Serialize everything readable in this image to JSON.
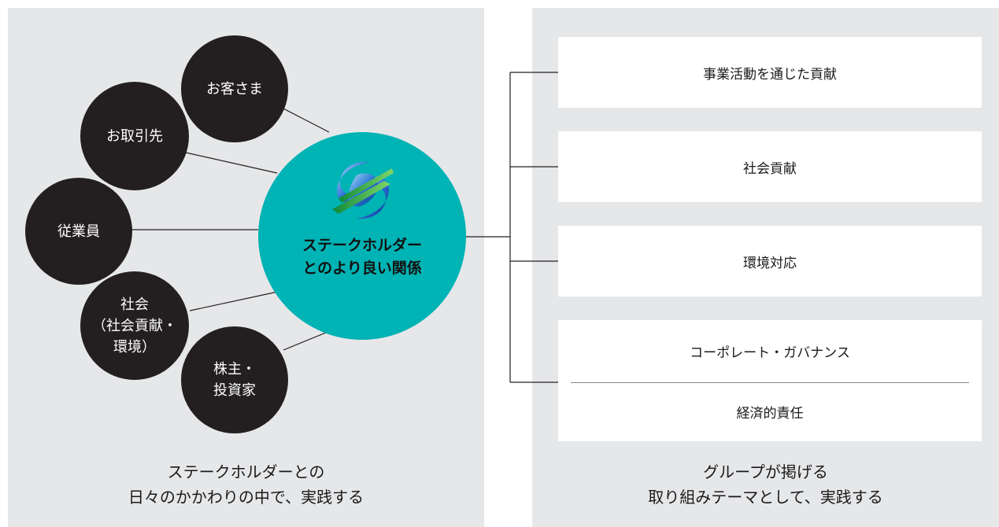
{
  "left_panel": {
    "stakeholders": [
      {
        "label": "お客さま"
      },
      {
        "label": "お取引先"
      },
      {
        "label": "従業員"
      },
      {
        "label": "社会\n（社会貢献・\n環境）"
      },
      {
        "label": "株主・\n投資家"
      }
    ],
    "hub": {
      "label": "ステークホルダー\nとのより良い関係",
      "color": "#00b3b5",
      "logo_icon": "company-logo"
    },
    "caption": "ステークホルダーとの\n日々のかかわりの中で、実践する"
  },
  "right_panel": {
    "themes": [
      {
        "label": "事業活動を通じた貢献"
      },
      {
        "label": "社会貢献"
      },
      {
        "label": "環境対応"
      },
      {
        "label": "コーポレート・ガバナンス",
        "sub_label": "経済的責任"
      }
    ],
    "caption": "グループが掲げる\n取り組みテーマとして、実践する"
  },
  "colors": {
    "panel_background": "#e6e7e9",
    "circle_fill": "#231f20",
    "hub_fill": "#00b3b5",
    "box_fill": "#ffffff"
  }
}
